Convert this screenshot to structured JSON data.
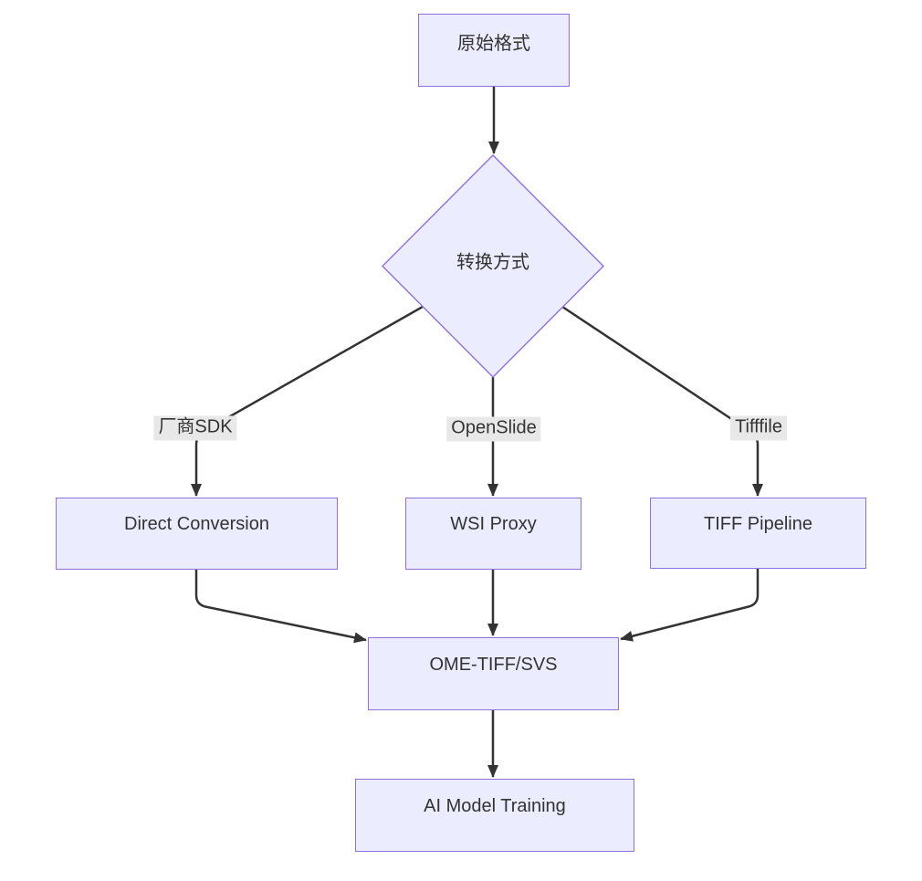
{
  "diagram": {
    "type": "flowchart",
    "direction": "top-down",
    "colors": {
      "background": "#ffffff",
      "node_fill": "#ECECFF",
      "node_border": "#9370DB",
      "edge_color": "#333333",
      "text_color": "#333333",
      "label_bg": "#e8e8e8"
    },
    "nodes": [
      {
        "id": "source",
        "shape": "rect",
        "label": "原始格式"
      },
      {
        "id": "decision",
        "shape": "diamond",
        "label": "转换方式"
      },
      {
        "id": "direct",
        "shape": "rect",
        "label": "Direct Conversion"
      },
      {
        "id": "proxy",
        "shape": "rect",
        "label": "WSI Proxy"
      },
      {
        "id": "tiffpipe",
        "shape": "rect",
        "label": "TIFF Pipeline"
      },
      {
        "id": "ome",
        "shape": "rect",
        "label": "OME-TIFF/SVS"
      },
      {
        "id": "train",
        "shape": "rect",
        "label": "AI Model Training"
      }
    ],
    "edges": [
      {
        "from": "source",
        "to": "decision",
        "label": ""
      },
      {
        "from": "decision",
        "to": "direct",
        "label": "厂商SDK"
      },
      {
        "from": "decision",
        "to": "proxy",
        "label": "OpenSlide"
      },
      {
        "from": "decision",
        "to": "tiffpipe",
        "label": "Tifffile"
      },
      {
        "from": "direct",
        "to": "ome",
        "label": ""
      },
      {
        "from": "proxy",
        "to": "ome",
        "label": ""
      },
      {
        "from": "tiffpipe",
        "to": "ome",
        "label": ""
      },
      {
        "from": "ome",
        "to": "train",
        "label": ""
      }
    ]
  }
}
